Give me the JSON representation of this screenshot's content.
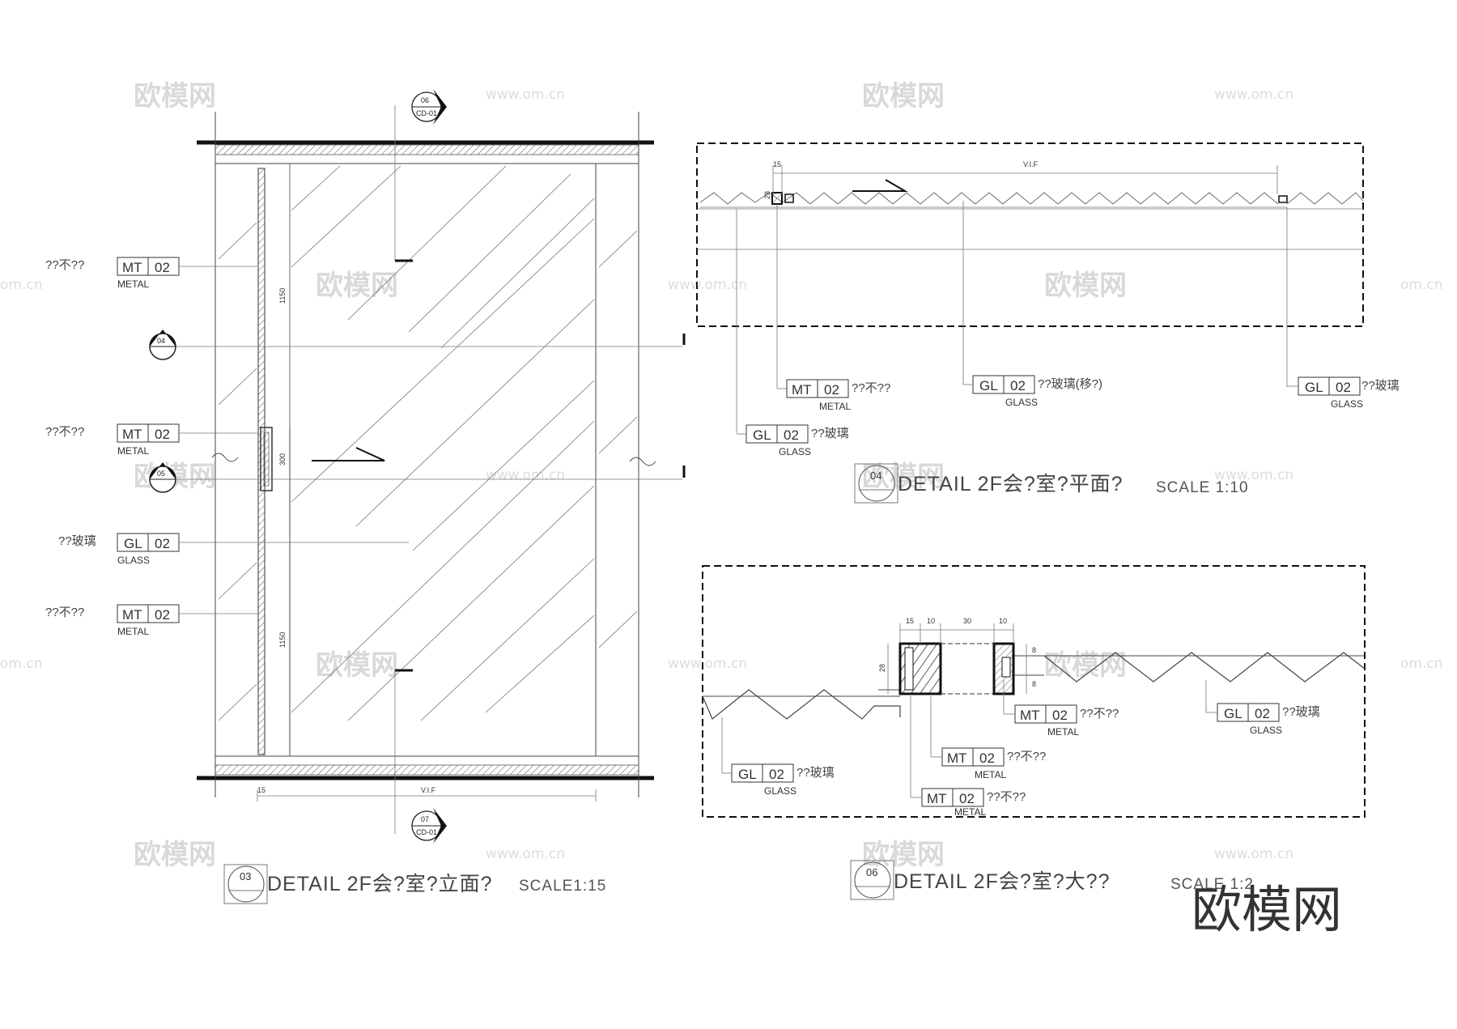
{
  "watermarks": {
    "brand": "欧模网",
    "url": "www.om.cn",
    "url_short": "om.cn"
  },
  "brand_logo": "欧模网",
  "drawings": {
    "elevation": {
      "number": "03",
      "title": "DETAIL 2F会?室?立面?",
      "scale": "SCALE1:15",
      "dims": {
        "top": "1150",
        "mid": "300",
        "bottom": "1150",
        "side": "15",
        "width": "V.I.F"
      },
      "sections": [
        {
          "id": "04"
        },
        {
          "id": "05"
        }
      ],
      "callouts": [
        {
          "id": "06",
          "ref": "CD-01"
        },
        {
          "id": "07",
          "ref": "CD-01"
        }
      ],
      "tags": [
        {
          "code": "MT",
          "num": "02",
          "sub": "METAL",
          "desc": "??不??"
        },
        {
          "code": "MT",
          "num": "02",
          "sub": "METAL",
          "desc": "??不??"
        },
        {
          "code": "GL",
          "num": "02",
          "sub": "GLASS",
          "desc": "??玻璃"
        },
        {
          "code": "MT",
          "num": "02",
          "sub": "METAL",
          "desc": "??不??"
        }
      ]
    },
    "plan": {
      "number": "04",
      "title": "DETAIL 2F会?室?平面?",
      "scale": "SCALE 1:10",
      "dims": {
        "side": "15",
        "width": "V.I.F",
        "depth": "28"
      },
      "tags": [
        {
          "code": "MT",
          "num": "02",
          "sub": "METAL",
          "desc": "??不??"
        },
        {
          "code": "GL",
          "num": "02",
          "sub": "GLASS",
          "desc": "??玻璃(移?)"
        },
        {
          "code": "GL",
          "num": "02",
          "sub": "GLASS",
          "desc": "??玻璃"
        },
        {
          "code": "GL",
          "num": "02",
          "sub": "GLASS",
          "desc": "??玻璃"
        }
      ]
    },
    "enlarged": {
      "number": "06",
      "title": "DETAIL 2F会?室?大??",
      "scale": "SCALE 1:2",
      "dims": {
        "a": "15",
        "b": "10",
        "c": "30",
        "d": "10",
        "h": "28",
        "e": "8",
        "f": "8"
      },
      "tags": [
        {
          "code": "MT",
          "num": "02",
          "sub": "METAL",
          "desc": "??不??"
        },
        {
          "code": "GL",
          "num": "02",
          "sub": "GLASS",
          "desc": "??玻璃"
        },
        {
          "code": "MT",
          "num": "02",
          "sub": "METAL",
          "desc": "??不??"
        },
        {
          "code": "MT",
          "num": "02",
          "sub": "METAL",
          "desc": "??不??"
        },
        {
          "code": "GL",
          "num": "02",
          "sub": "GLASS",
          "desc": "??玻璃"
        }
      ]
    }
  }
}
